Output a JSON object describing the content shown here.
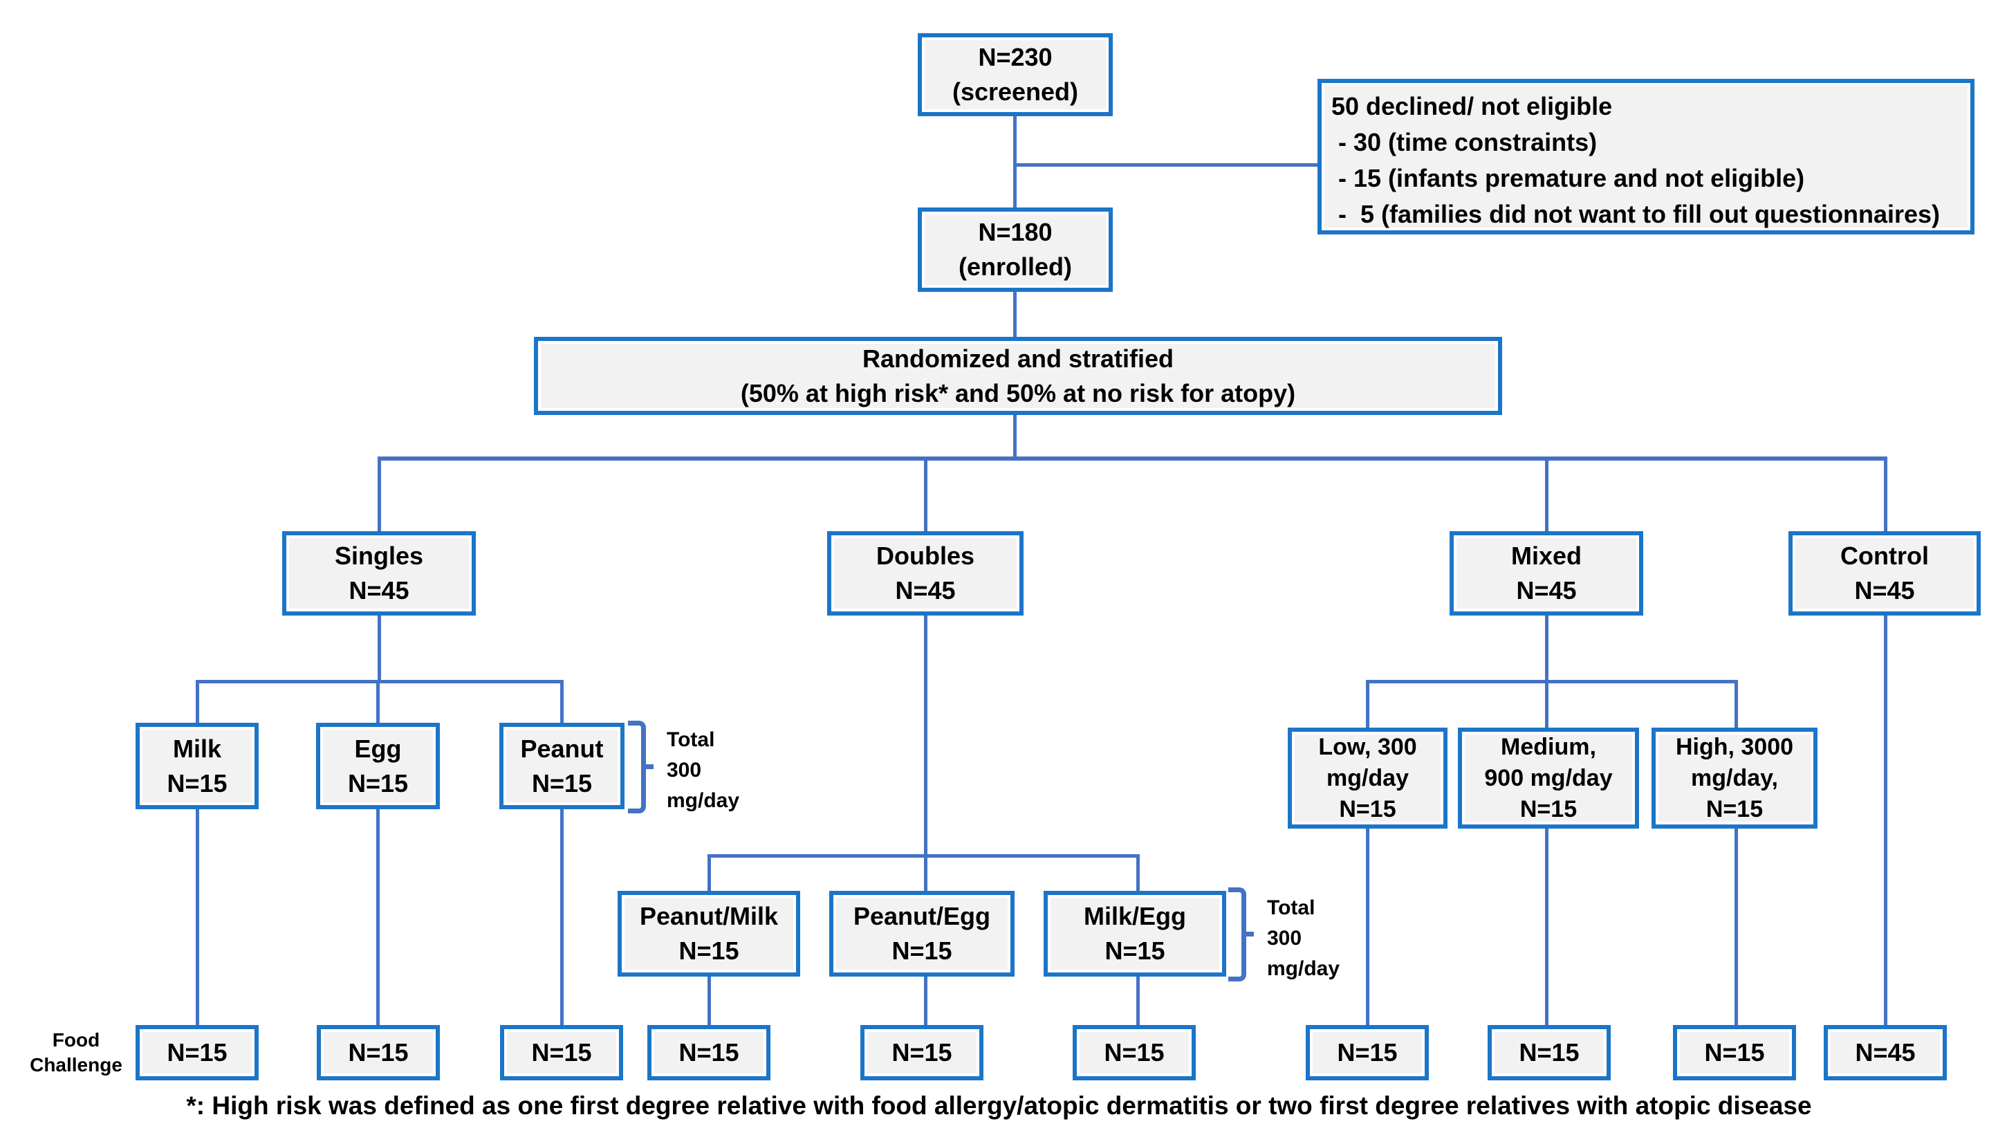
{
  "diagram": {
    "colors": {
      "box_border": "#1B75C8",
      "box_fill": "#F2F2F2",
      "connector": "#4472C4",
      "text": "#000000",
      "background": "#FFFFFF"
    },
    "nodes": {
      "screened": [
        "N=230",
        "(screened)"
      ],
      "declined": [
        "50 declined/ not eligible",
        " - 30 (time constraints)",
        " - 15 (infants premature and not eligible)",
        " -  5 (families did not want to fill out questionnaires)"
      ],
      "enrolled": [
        "N=180",
        "(enrolled)"
      ],
      "randomized": [
        "Randomized and stratified",
        "(50% at high risk* and 50% at no risk for atopy)"
      ],
      "singles": [
        "Singles",
        "N=45"
      ],
      "doubles": [
        "Doubles",
        "N=45"
      ],
      "mixed": [
        "Mixed",
        "N=45"
      ],
      "control": [
        "Control",
        "N=45"
      ],
      "milk": [
        "Milk",
        "N=15"
      ],
      "egg": [
        "Egg",
        "N=15"
      ],
      "peanut": [
        "Peanut",
        "N=15"
      ],
      "peanut_milk": [
        "Peanut/Milk",
        "N=15"
      ],
      "peanut_egg": [
        "Peanut/Egg",
        "N=15"
      ],
      "milk_egg": [
        "Milk/Egg",
        "N=15"
      ],
      "low": [
        "Low, 300",
        "mg/day",
        "N=15"
      ],
      "medium": [
        "Medium,",
        "900 mg/day",
        "N=15"
      ],
      "high": [
        "High, 3000",
        "mg/day,",
        "N=15"
      ],
      "food_challenge_boxes": [
        "N=15",
        "N=15",
        "N=15",
        "N=15",
        "N=15",
        "N=15",
        "N=15",
        "N=15",
        "N=15",
        "N=45"
      ]
    },
    "labels": {
      "total_singles": [
        "Total",
        "300",
        "mg/day"
      ],
      "total_doubles": [
        "Total",
        "300",
        "mg/day"
      ],
      "food_challenge": [
        "Food",
        "Challenge"
      ],
      "footnote": "*: High risk was defined as one first degree relative with food allergy/atopic dermatitis or two first degree relatives with atopic disease"
    }
  }
}
